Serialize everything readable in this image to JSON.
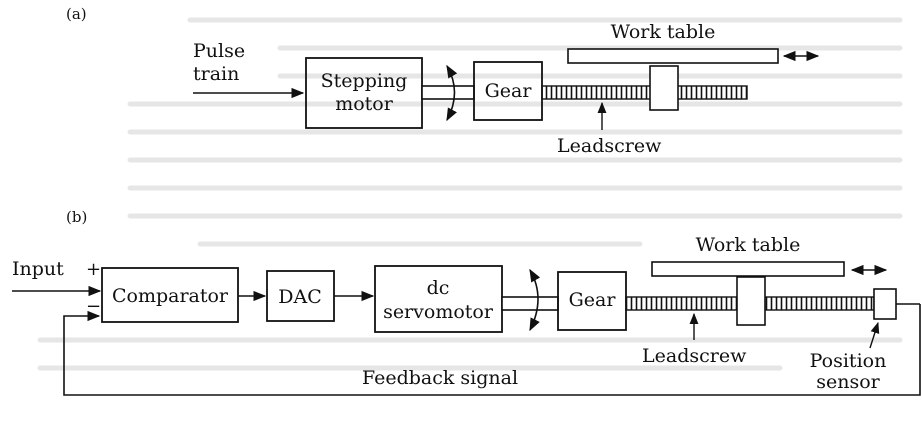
{
  "part_a": {
    "tag": "(a)",
    "input_label_line1": "Pulse",
    "input_label_line2": "train",
    "motor_line1": "Stepping",
    "motor_line2": "motor",
    "gear": "Gear",
    "work_table": "Work table",
    "leadscrew": "Leadscrew"
  },
  "part_b": {
    "tag": "(b)",
    "input_label": "Input",
    "plus_sign": "+",
    "minus_sign": "−",
    "comparator": "Comparator",
    "dac": "DAC",
    "motor_line1": "dc",
    "motor_line2": "servomotor",
    "gear": "Gear",
    "work_table": "Work table",
    "leadscrew": "Leadscrew",
    "sensor_line1": "Position",
    "sensor_line2": "sensor",
    "feedback": "Feedback signal"
  }
}
